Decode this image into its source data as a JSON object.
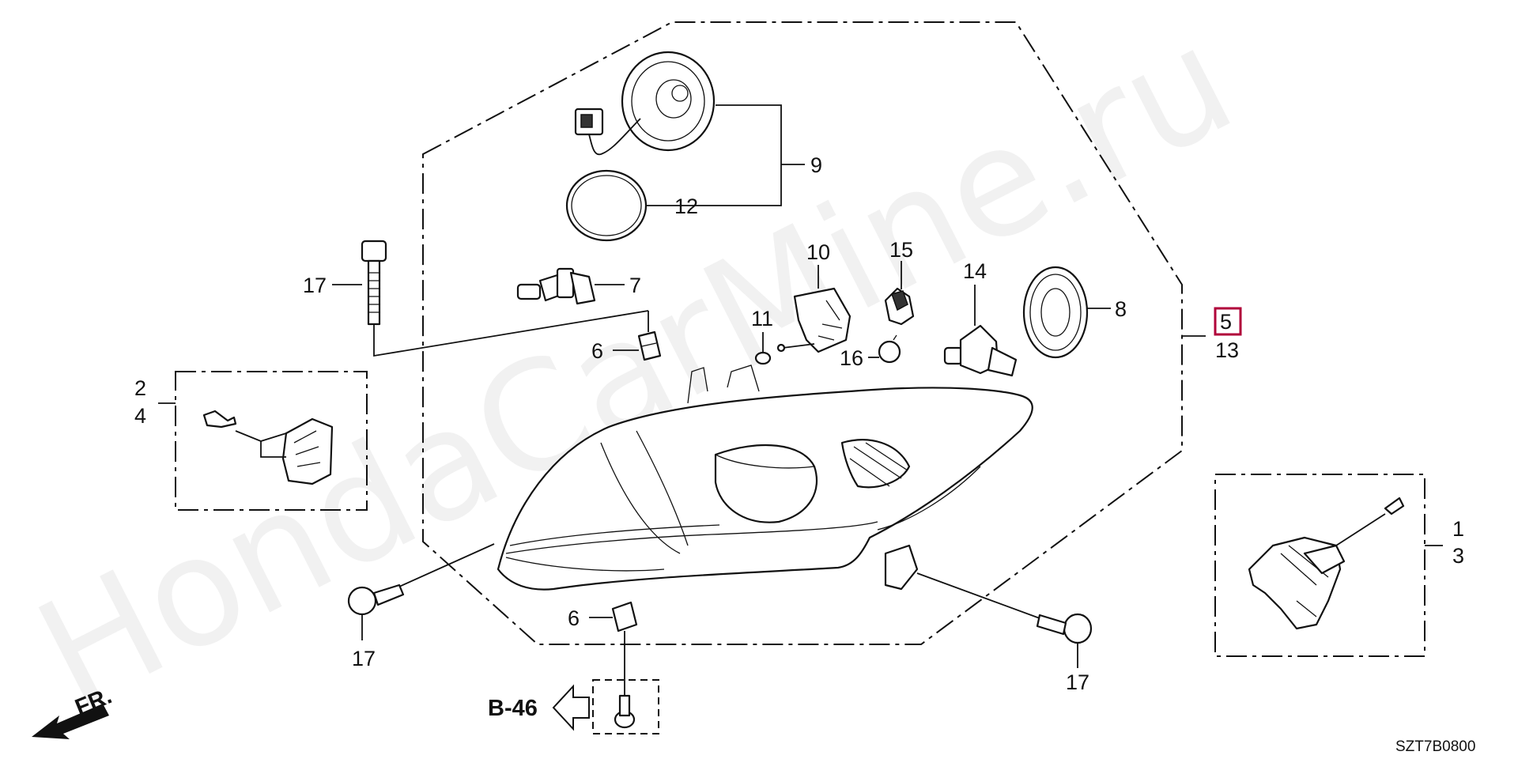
{
  "watermark": "HondaCarMine.ru",
  "diagram_code": "SZT7B0800",
  "direction_label": "FR.",
  "reference": "B-46",
  "labels": {
    "l1": "1",
    "l2": "2",
    "l3": "3",
    "l4": "4",
    "l5": "5",
    "l6a": "6",
    "l6b": "6",
    "l7": "7",
    "l8": "8",
    "l9": "9",
    "l10": "10",
    "l11": "11",
    "l12": "12",
    "l13": "13",
    "l14": "14",
    "l15": "15",
    "l16": "16",
    "l17a": "17",
    "l17b": "17",
    "l17c": "17"
  },
  "colors": {
    "highlight_box": "#b0003a",
    "line": "#111111"
  },
  "icons": [
    "front-direction-arrow-icon",
    "reference-arrow-icon"
  ]
}
